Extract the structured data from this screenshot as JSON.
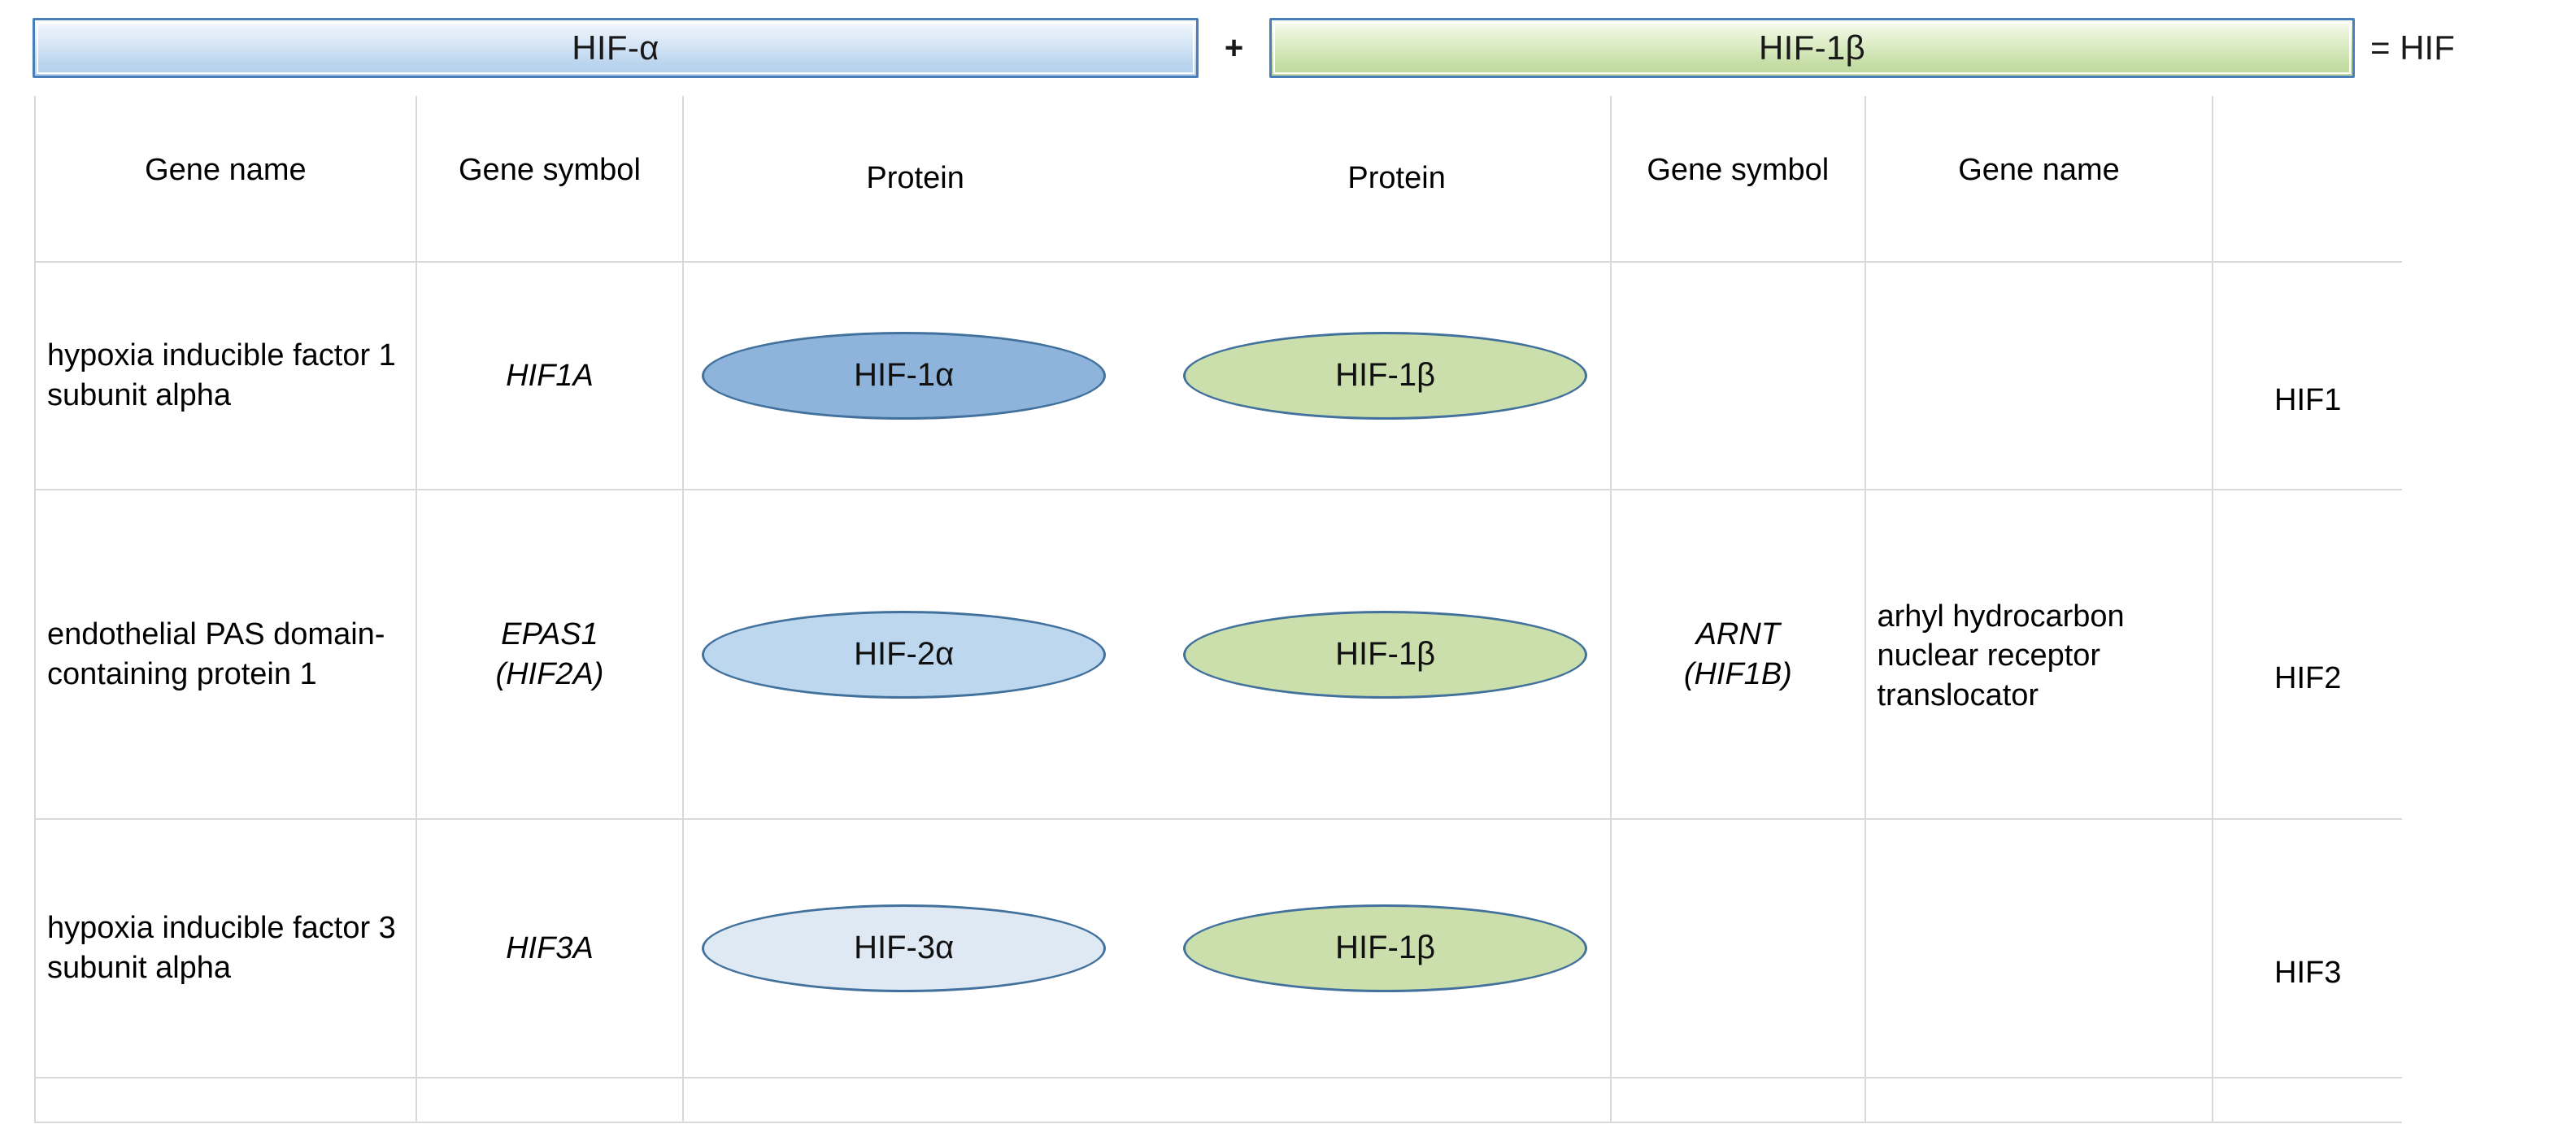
{
  "banner": {
    "alpha_label": "HIF-α",
    "plus": "+",
    "beta_label": "HIF-1β",
    "equals": "= HIF",
    "alpha_color": "#BBD5EE",
    "beta_color": "#C4DDA5",
    "border_color": "#4A7EBB"
  },
  "table": {
    "headers": {
      "gene_name_left": "Gene name",
      "gene_symbol_left": "Gene symbol",
      "protein_left": "Protein",
      "protein_right": "Protein",
      "gene_symbol_right": "Gene symbol",
      "gene_name_right": "Gene name",
      "complex": ""
    },
    "rows": [
      {
        "gene_name_left": "hypoxia inducible factor 1 subunit alpha",
        "gene_symbol_left": "HIF1A",
        "protein_left": "HIF-1α",
        "protein_left_color": "#8EB4DC",
        "protein_right": "HIF-1β",
        "protein_right_color": "#CBDFAD",
        "gene_symbol_right": "",
        "gene_name_right": "",
        "complex": "HIF1"
      },
      {
        "gene_name_left": "endothelial PAS domain-containing protein 1",
        "gene_symbol_left": "EPAS1 (HIF2A)",
        "protein_left": "HIF-2α",
        "protein_left_color": "#BCD7EE",
        "protein_right": "HIF-1β",
        "protein_right_color": "#CBDFAD",
        "gene_symbol_right": "ARNT (HIF1B)",
        "gene_name_right": "arhyl hydrocarbon nuclear receptor translocator",
        "complex": "HIF2"
      },
      {
        "gene_name_left": "hypoxia inducible factor 3 subunit alpha",
        "gene_symbol_left": "HIF3A",
        "protein_left": "HIF-3α",
        "protein_left_color": "#DFE9F4",
        "protein_right": "HIF-1β",
        "protein_right_color": "#CBDFAD",
        "gene_symbol_right": "",
        "gene_name_right": "",
        "complex": "HIF3"
      }
    ],
    "gene_symbol_left_parts": [
      {
        "main": "HIF1A",
        "alias": ""
      },
      {
        "main": "EPAS1",
        "alias": "(HIF2A)"
      },
      {
        "main": "HIF3A",
        "alias": ""
      }
    ],
    "gene_symbol_right_parts": [
      {
        "main": "",
        "alias": ""
      },
      {
        "main": "ARNT",
        "alias": "(HIF1B)"
      },
      {
        "main": "",
        "alias": ""
      }
    ]
  }
}
